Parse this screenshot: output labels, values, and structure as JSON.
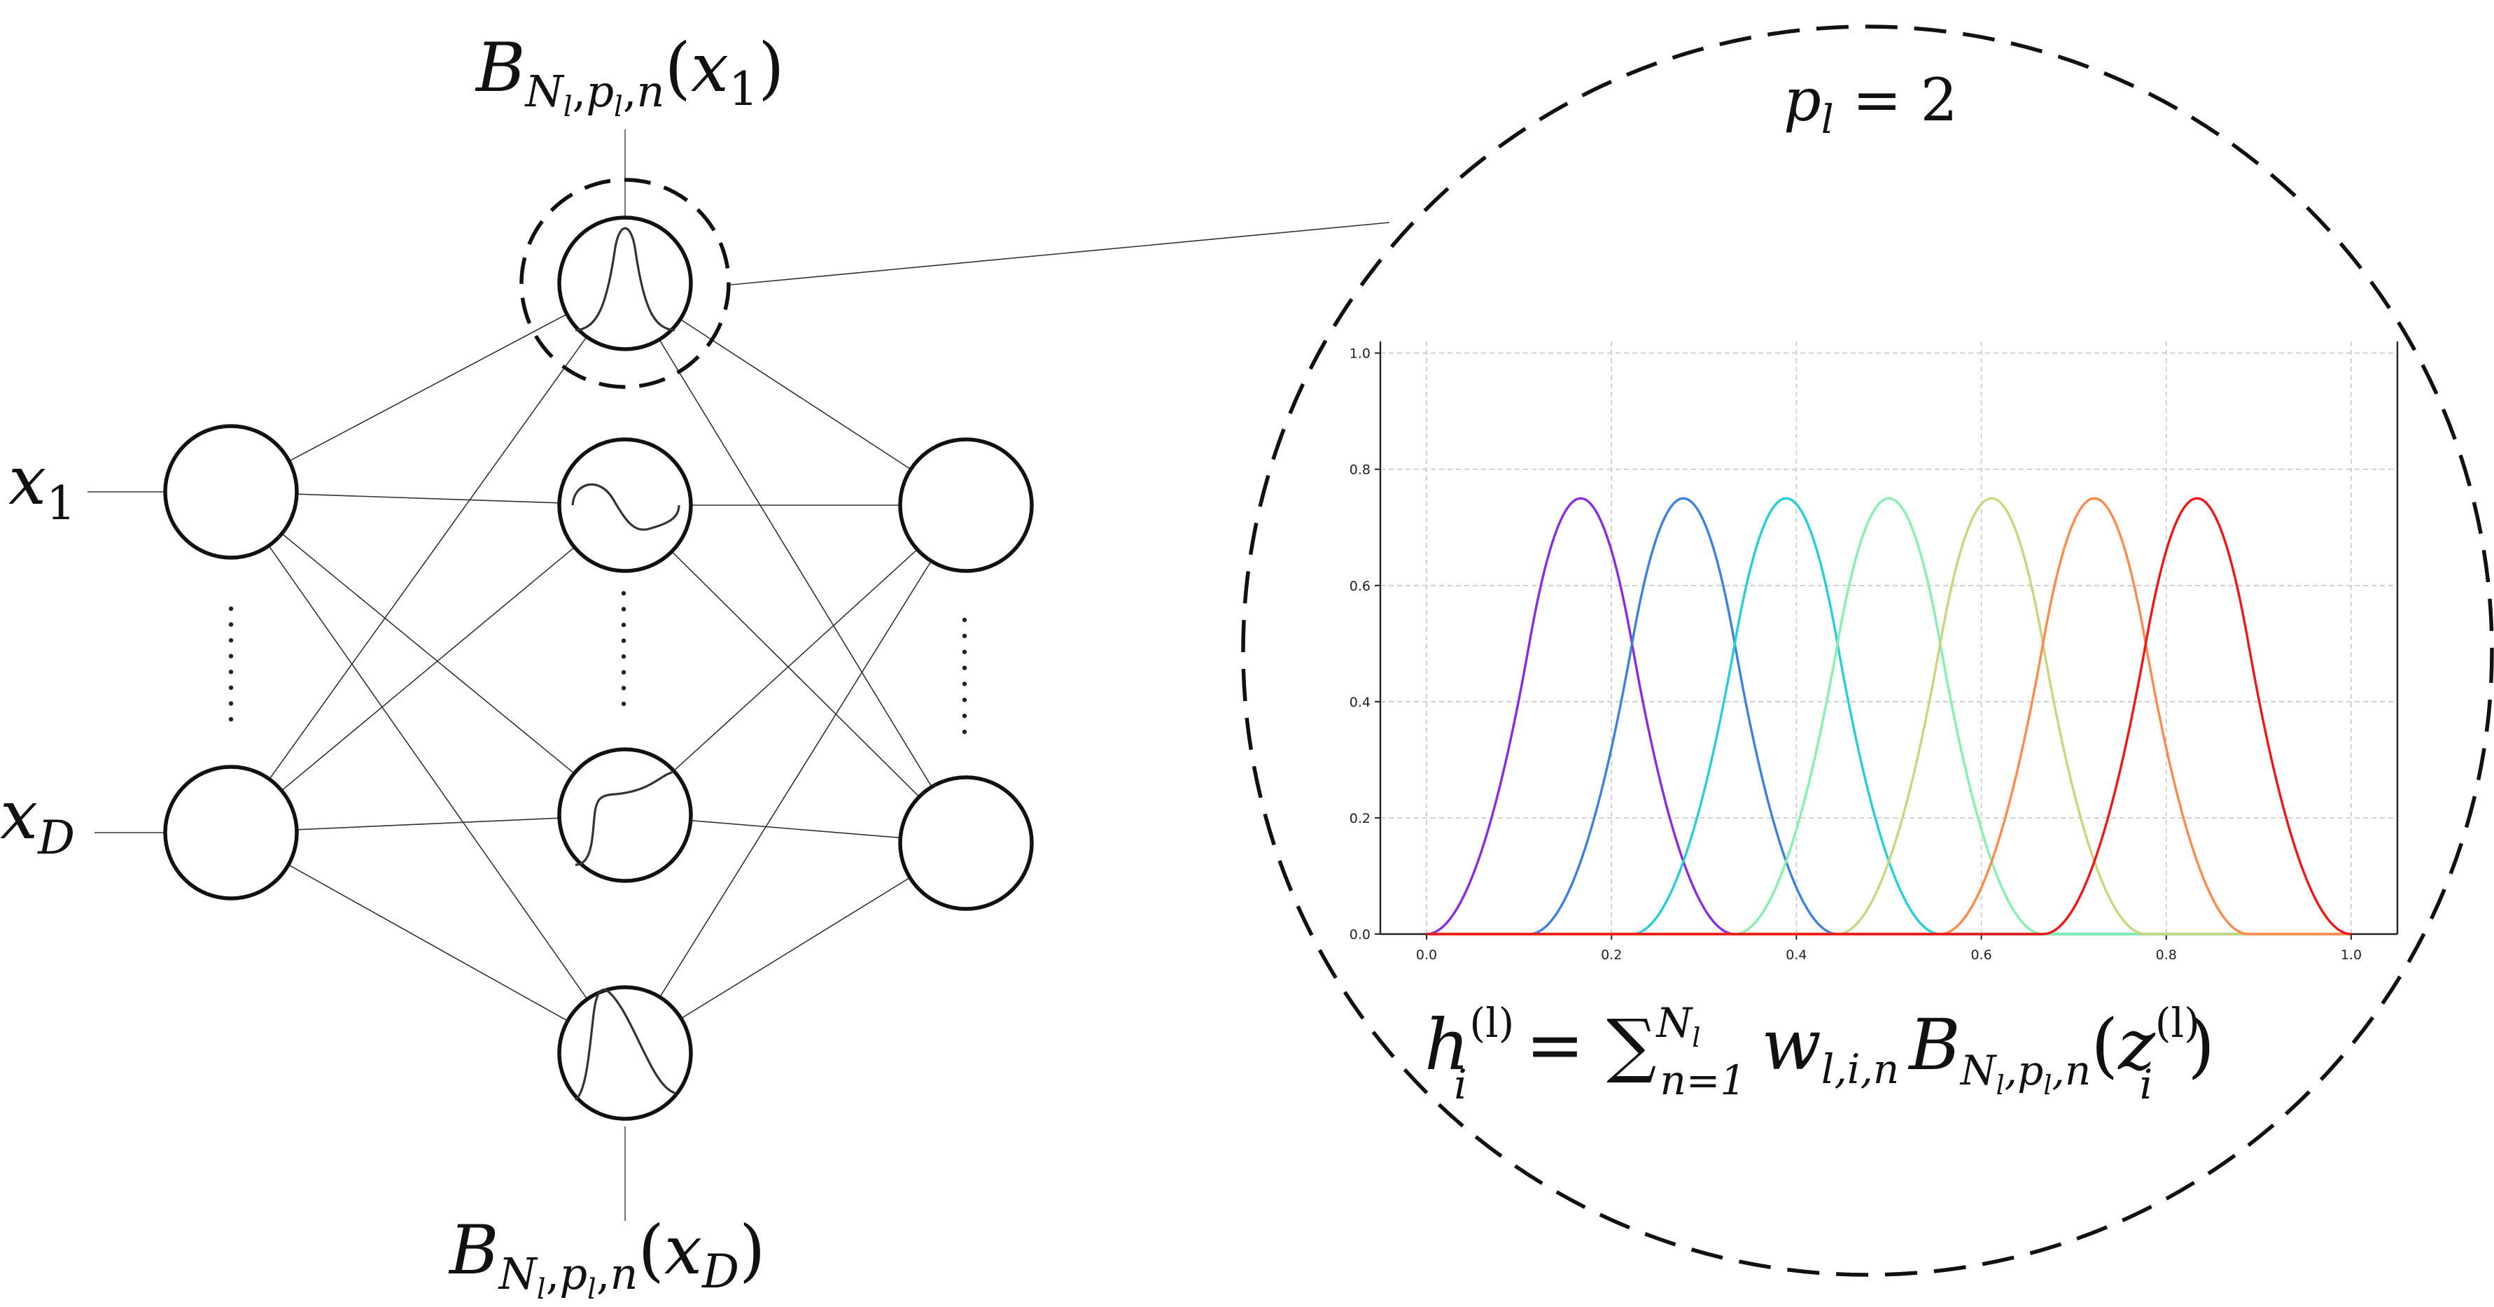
{
  "diagram": {
    "inputs": [
      {
        "symbol": "x",
        "subscript": "1"
      },
      {
        "symbol": "x",
        "subscript": "D"
      }
    ],
    "top_label": {
      "base": "B",
      "sub": "N",
      "sub_l": "l",
      "sub_p": "p",
      "sub_pl": "l",
      "sub_n": "n",
      "arg_open": "(",
      "arg": "x",
      "arg_sub": "1",
      "arg_close": ")"
    },
    "bottom_label": {
      "base": "B",
      "sub": "N",
      "sub_l": "l",
      "sub_p": "p",
      "sub_pl": "l",
      "sub_n": "n",
      "arg_open": "(",
      "arg": "x",
      "arg_sub": "D",
      "arg_close": ")"
    },
    "hidden_node_icons": [
      "bspline-bump-icon",
      "sine-wave-icon",
      "sigmoid-step-icon",
      "skewed-bump-icon"
    ]
  },
  "zoom": {
    "order_label": {
      "var": "p",
      "sub": "l",
      "rest": " = 2"
    },
    "formula": {
      "lhs": "h",
      "lhs_sup": "(l)",
      "lhs_sub": "i",
      "eq": " = ",
      "sum": "∑",
      "sum_sup": "N",
      "sum_sup_sub": "l",
      "sum_sub": "n=1",
      "w": "w",
      "w_sub": "l,i,n",
      "B": "B",
      "B_sub": "N",
      "B_sub_l": "l",
      "B_sub_rest1": ",p",
      "B_sub_pl": "l",
      "B_sub_rest2": ",n",
      "arg_open": "(",
      "z": "z",
      "z_sup": "(l)",
      "z_sub": "i",
      "arg_close": ")"
    }
  },
  "chart_data": {
    "type": "line",
    "title": "",
    "xlabel": "",
    "ylabel": "",
    "xlim": [
      -0.05,
      1.05
    ],
    "ylim": [
      0,
      1.02
    ],
    "xticks": [
      "0.0",
      "0.2",
      "0.4",
      "0.6",
      "0.8",
      "1.0"
    ],
    "yticks": [
      "0.0",
      "0.2",
      "0.4",
      "0.6",
      "0.8",
      "1.0"
    ],
    "grid": true,
    "curve_shape": "quadratic B-spline basis (degree 2), peak 0.75",
    "series": [
      {
        "peak_x": 0.1667,
        "support": [
          0.0,
          0.3333
        ],
        "peak": 0.75,
        "color": "#8a2be2"
      },
      {
        "peak_x": 0.2778,
        "support": [
          0.1111,
          0.4444
        ],
        "peak": 0.75,
        "color": "#3f7fe0"
      },
      {
        "peak_x": 0.3889,
        "support": [
          0.2222,
          0.5556
        ],
        "peak": 0.75,
        "color": "#26cfd6"
      },
      {
        "peak_x": 0.5,
        "support": [
          0.3333,
          0.6667
        ],
        "peak": 0.75,
        "color": "#86f0b0"
      },
      {
        "peak_x": 0.6111,
        "support": [
          0.4444,
          0.7778
        ],
        "peak": 0.75,
        "color": "#c8d67e"
      },
      {
        "peak_x": 0.7222,
        "support": [
          0.5556,
          0.8889
        ],
        "peak": 0.75,
        "color": "#ff8a4c"
      },
      {
        "peak_x": 0.8333,
        "support": [
          0.6667,
          1.0
        ],
        "peak": 0.75,
        "color": "#f01616"
      }
    ]
  }
}
